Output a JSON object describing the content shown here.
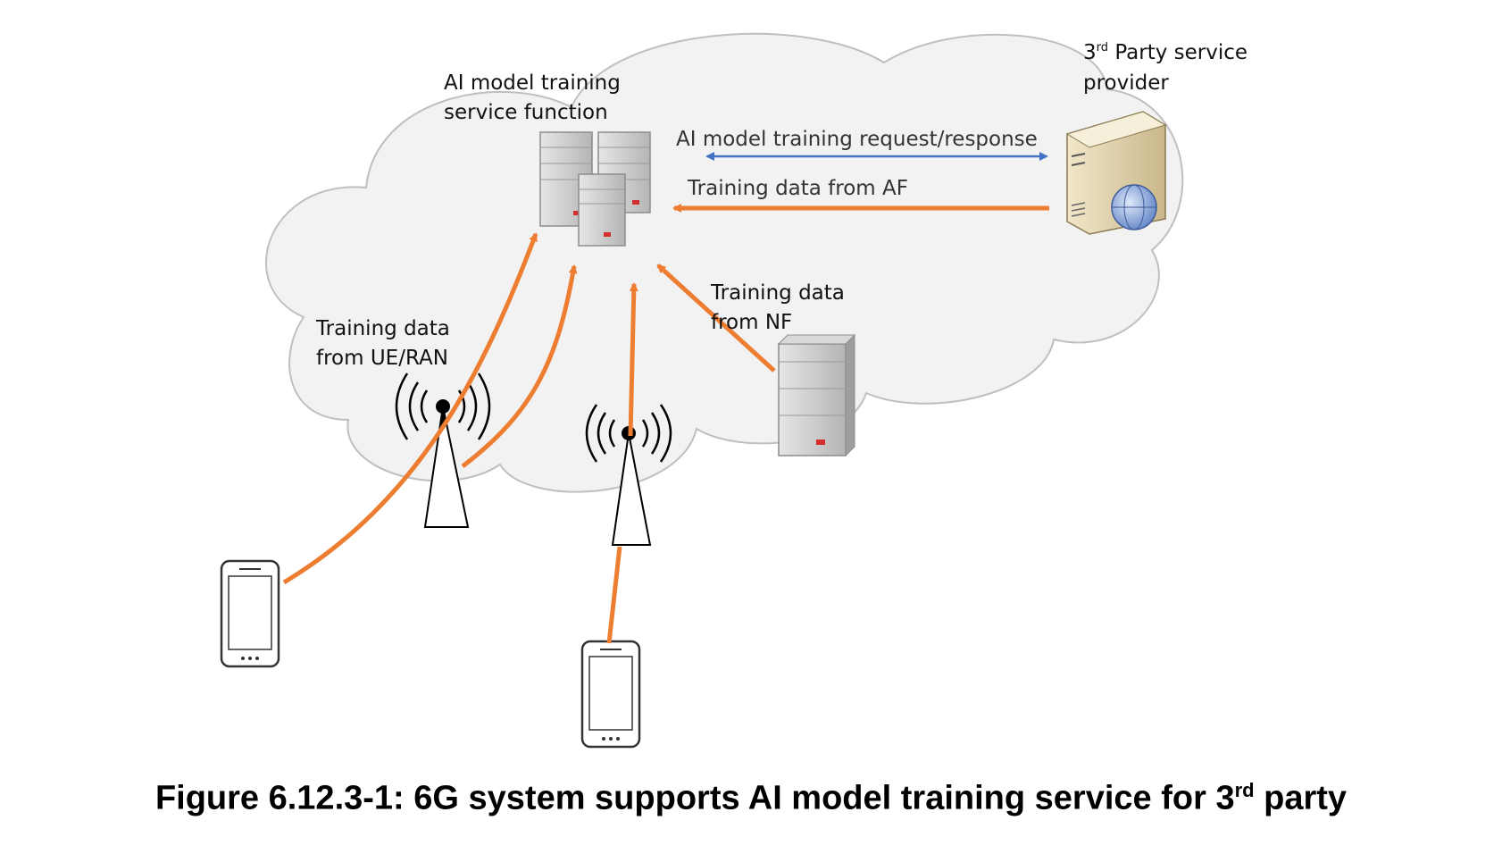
{
  "labels": {
    "training_function_line1": "AI model training",
    "training_function_line2": "service function",
    "third_party_prefix": "3",
    "third_party_sup": "rd",
    "third_party_rest": " Party service",
    "third_party_line2": "provider",
    "request_response": "AI model training request/response",
    "data_from_af": "Training data from AF",
    "data_from_nf_line1": "Training data",
    "data_from_nf_line2": "from NF",
    "data_from_ue_line1": "Training data",
    "data_from_ue_line2": "from UE/RAN"
  },
  "caption": {
    "main": "Figure 6.12.3-1: 6G system supports AI model training service for 3",
    "sup": "rd",
    "tail": " party"
  },
  "colors": {
    "data_arrow": "#ED7D31",
    "request_arrow": "#4472C4",
    "cloud_fill": "#F2F2F2",
    "cloud_stroke": "#BFBFBF"
  }
}
